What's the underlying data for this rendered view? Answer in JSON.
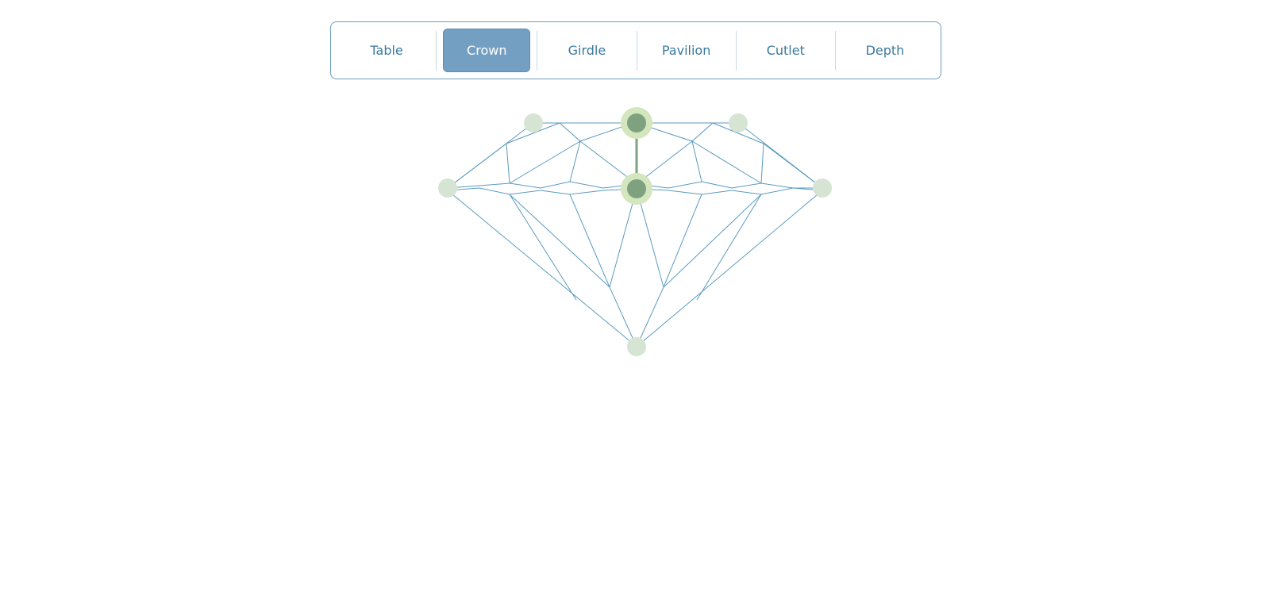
{
  "tabs": [
    {
      "label": "Table"
    },
    {
      "label": "Crown",
      "active": true
    },
    {
      "label": "Girdle"
    },
    {
      "label": "Pavilion"
    },
    {
      "label": "Cutlet"
    },
    {
      "label": "Depth"
    }
  ],
  "selected_tab": "Crown",
  "colors": {
    "facet_line": "#5a9ac0",
    "active_tab_bg": "#739fc2",
    "tab_text": "#3a7aa0",
    "handle_inactive": "#d6e4d3",
    "handle_active": "#7ea27f",
    "handle_glow": "#d3e6bd",
    "measure_line": "#7ea27f"
  }
}
